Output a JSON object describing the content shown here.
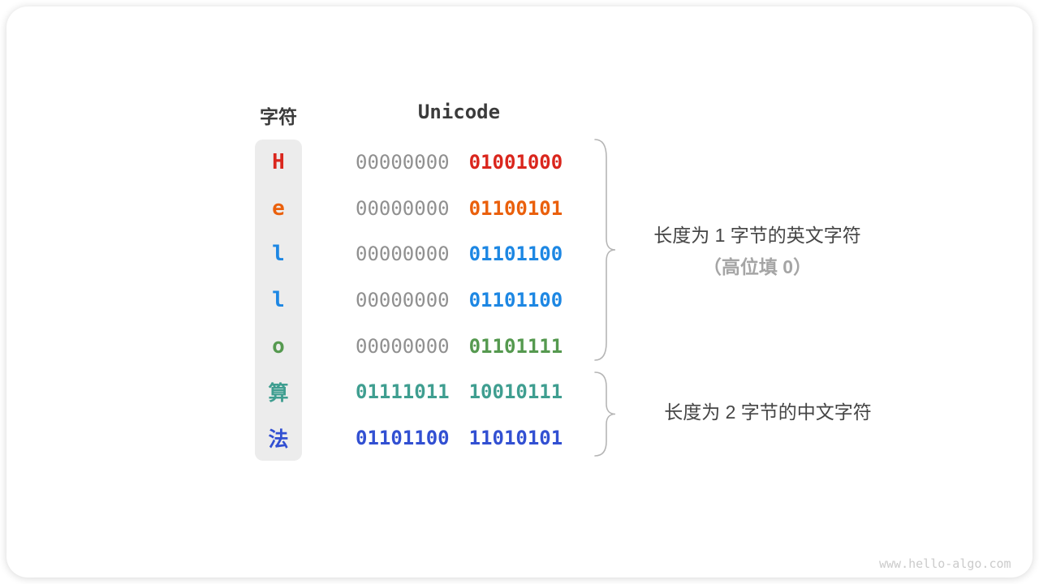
{
  "diagram": {
    "headers": {
      "char": "字符",
      "unicode": "Unicode"
    },
    "rows": [
      {
        "char": "H",
        "color": "#da261d",
        "bytes": [
          "00000000",
          "01001000"
        ],
        "high_byte_gray": true,
        "cjk": false
      },
      {
        "char": "e",
        "color": "#ea600c",
        "bytes": [
          "00000000",
          "01100101"
        ],
        "high_byte_gray": true,
        "cjk": false
      },
      {
        "char": "l",
        "color": "#1d87e3",
        "bytes": [
          "00000000",
          "01101100"
        ],
        "high_byte_gray": true,
        "cjk": false
      },
      {
        "char": "l",
        "color": "#1d87e3",
        "bytes": [
          "00000000",
          "01101100"
        ],
        "high_byte_gray": true,
        "cjk": false
      },
      {
        "char": "o",
        "color": "#55994f",
        "bytes": [
          "00000000",
          "01101111"
        ],
        "high_byte_gray": true,
        "cjk": false
      },
      {
        "char": "算",
        "color": "#3f9e90",
        "bytes": [
          "01111011",
          "10010111"
        ],
        "high_byte_gray": false,
        "cjk": true
      },
      {
        "char": "法",
        "color": "#3250d2",
        "bytes": [
          "01101100",
          "11010101"
        ],
        "high_byte_gray": false,
        "cjk": true
      }
    ],
    "annotations": [
      {
        "line1": "长度为 1 字节的英文字符",
        "line2": "（高位填 0）"
      },
      {
        "line1": "长度为 2 字节的中文字符"
      }
    ],
    "watermark": "www.hello-algo.com",
    "colors": {
      "gray_byte": "#909090",
      "pill_bg": "#ececec",
      "header_text": "#3b3b3b",
      "annotation_primary": "#454545",
      "annotation_secondary": "#a5a5a5",
      "brace": "#b5b5b5",
      "watermark": "#cbcbcb"
    }
  }
}
